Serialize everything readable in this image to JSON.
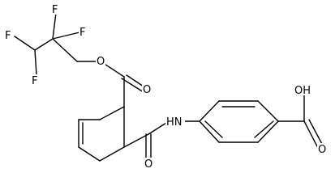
{
  "molecule": {
    "atoms": {
      "f1": "F",
      "f2": "F",
      "f3": "F",
      "f4": "F",
      "o_ester_single": "O",
      "o_ester_double": "O",
      "o_amide": "O",
      "nh": "HN",
      "o_acid_double": "O",
      "oh": "OH"
    }
  },
  "colors": {
    "bond": "#000000",
    "label": "#000000",
    "background": "#ffffff"
  }
}
